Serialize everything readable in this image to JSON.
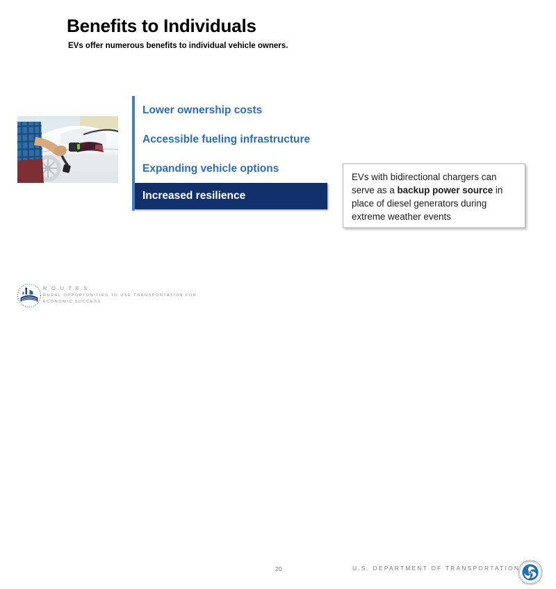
{
  "slide": {
    "title": "Benefits to Individuals",
    "subtitle": "EVs offer numerous benefits to individual vehicle owners."
  },
  "photo": {
    "alt": "Person in blue plaid shirt plugging a charging connector into a white electric vehicle",
    "icon": "ev-charging-photo"
  },
  "benefits": {
    "accent_color": "#4a7ebb",
    "text_color": "#2e6db4",
    "active_background": "#12306b",
    "active_text_color": "#ffffff",
    "items": [
      {
        "label": "Lower ownership costs",
        "active": false
      },
      {
        "label": "Accessible fueling infrastructure",
        "active": false
      },
      {
        "label": "Expanding vehicle options",
        "active": false
      },
      {
        "label": "Increased resilience",
        "active": true
      }
    ]
  },
  "callout": {
    "text_before": "EVs with bidirectional chargers can serve as a ",
    "text_bold": "backup power source",
    "text_after": " in place of diesel generators during extreme weather events",
    "full_text": "EVs with bidirectional chargers can serve as a backup power source in place of diesel generators during extreme weather events"
  },
  "footer": {
    "routes_acronym": "R.O.U.T.E.S.",
    "routes_expansion": "RURAL OPPORTUNITIES TO USE TRANSPORTATION FOR ECONOMIC SUCCESS",
    "page_number": "20",
    "department": "U.S. DEPARTMENT OF TRANSPORTATION",
    "routes_seal_icon": "routes-seal-icon",
    "dot_seal_icon": "dot-triskelion-seal-icon"
  }
}
